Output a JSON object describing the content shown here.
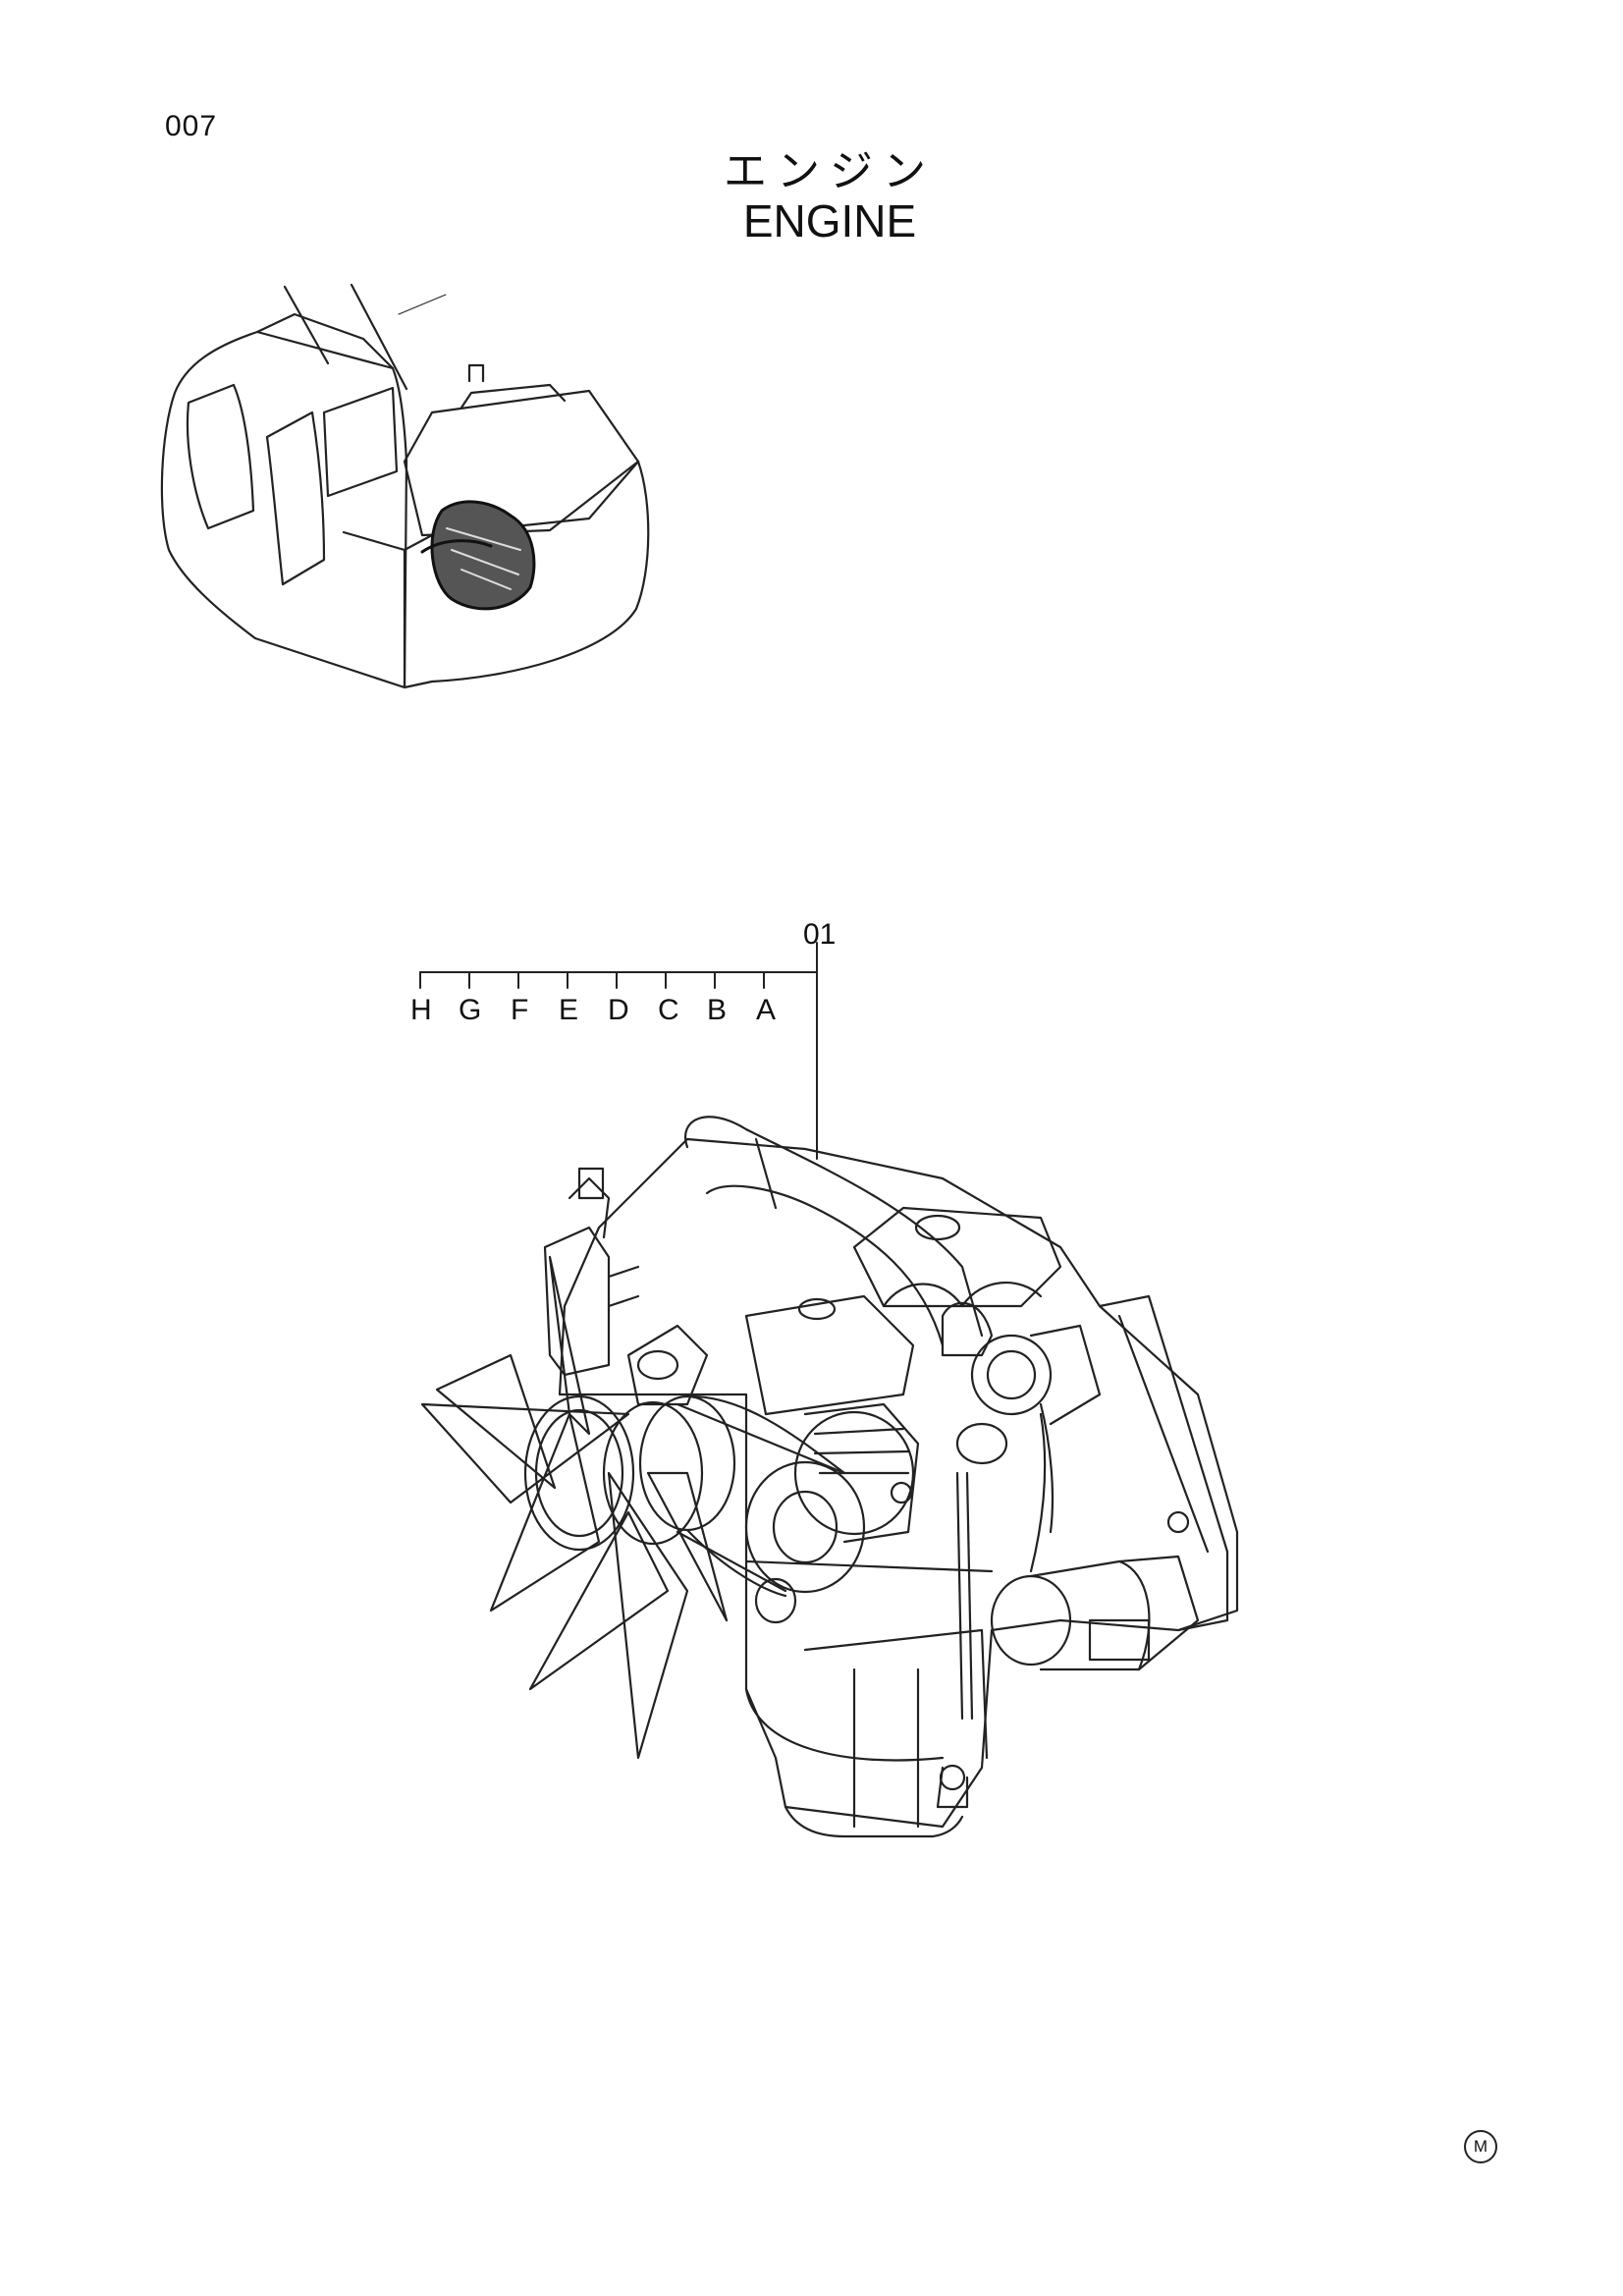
{
  "page": {
    "number": "007"
  },
  "title": {
    "japanese": "エンジン",
    "english": "ENGINE"
  },
  "callout": {
    "part_number": "01",
    "sub_labels": [
      "H",
      "G",
      "F",
      "E",
      "D",
      "C",
      "B",
      "A"
    ]
  },
  "footer": {
    "mark": "M"
  }
}
